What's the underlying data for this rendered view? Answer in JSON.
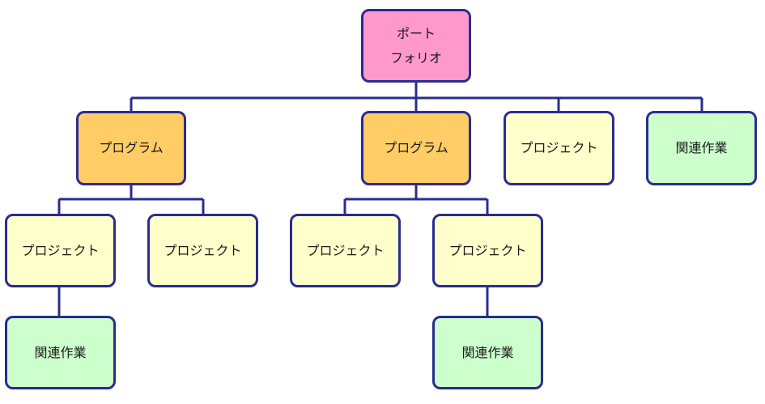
{
  "colors": {
    "line": "#2b2c8f",
    "portfolio": "#ff99cc",
    "program": "#ffcc66",
    "project": "#ffffcc",
    "related": "#ccffcc"
  },
  "nodes": {
    "portfolio": {
      "line1": "ポート",
      "line2": "フォリオ"
    },
    "program_1": {
      "label": "プログラム"
    },
    "program_2": {
      "label": "プログラム"
    },
    "project_top": {
      "label": "プロジェクト"
    },
    "related_top": {
      "label": "関連作業"
    },
    "project_1a": {
      "label": "プロジェクト"
    },
    "project_1b": {
      "label": "プロジェクト"
    },
    "project_2a": {
      "label": "プロジェクト"
    },
    "project_2b": {
      "label": "プロジェクト"
    },
    "related_1a": {
      "label": "関連作業"
    },
    "related_2b": {
      "label": "関連作業"
    }
  }
}
